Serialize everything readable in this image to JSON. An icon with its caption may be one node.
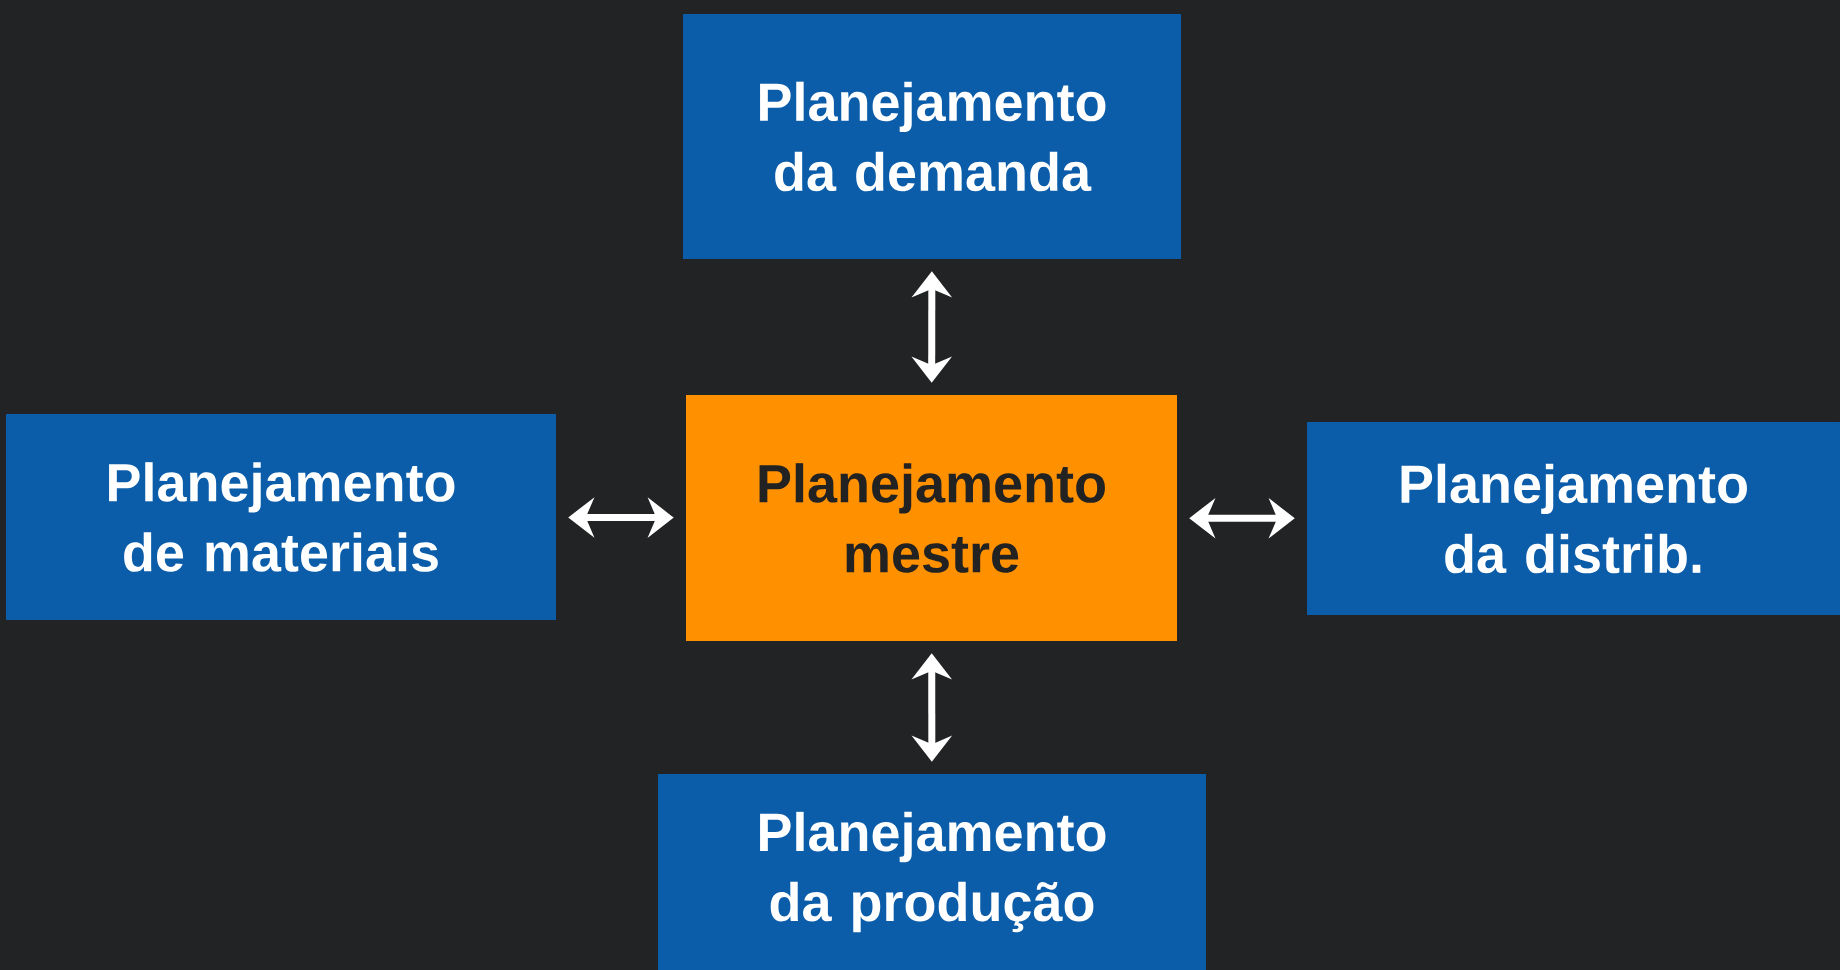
{
  "diagram": {
    "nodes": [
      {
        "text": [
          "Planejamento da demanda"
        ]
      },
      {
        "text": [
          "Planejamento de materiais"
        ]
      },
      {
        "text": [
          "Planejamento mestre"
        ]
      },
      {
        "text": [
          "Planejamento da distrib."
        ]
      },
      {
        "text": [
          "Planejamento da produção"
        ]
      }
    ],
    "edges": [
      {
        "from": 2,
        "to": 0,
        "arrow": "both"
      },
      {
        "from": 2,
        "to": 1,
        "arrow": "both"
      },
      {
        "from": 2,
        "to": 3,
        "arrow": "both"
      },
      {
        "from": 2,
        "to": 4,
        "arrow": "both"
      }
    ]
  }
}
